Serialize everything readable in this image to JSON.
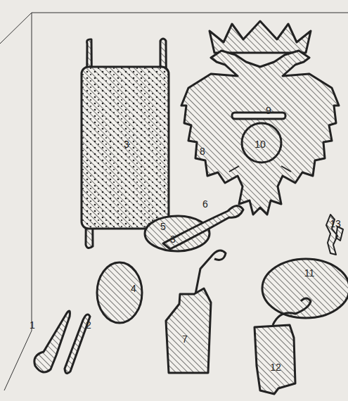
{
  "diagram": {
    "labels": [
      "1",
      "2",
      "3",
      "3",
      "4",
      "5",
      "6",
      "7",
      "8",
      "9",
      "10",
      "11",
      "12",
      "13"
    ]
  }
}
